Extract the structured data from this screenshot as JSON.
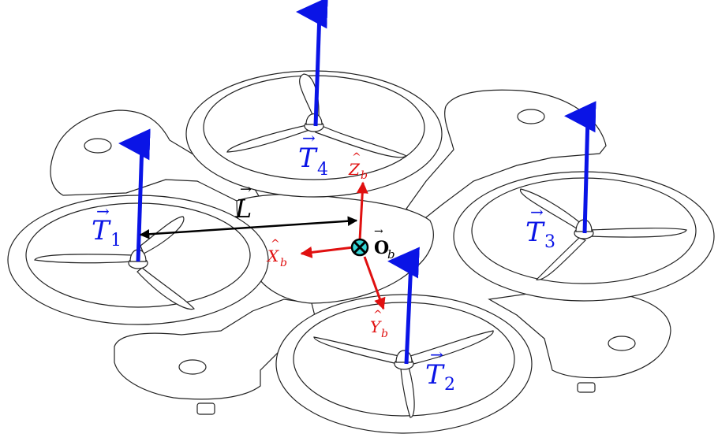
{
  "labels": {
    "thrust_1": {
      "symbol": "T",
      "sub": "1"
    },
    "thrust_2": {
      "symbol": "T",
      "sub": "2"
    },
    "thrust_3": {
      "symbol": "T",
      "sub": "3"
    },
    "thrust_4": {
      "symbol": "T",
      "sub": "4"
    },
    "arm_length": {
      "symbol": "L"
    },
    "origin": {
      "symbol": "O",
      "sub": "b"
    },
    "axis_x": {
      "symbol": "X",
      "sub": "b"
    },
    "axis_y": {
      "symbol": "Y",
      "sub": "b"
    },
    "axis_z": {
      "symbol": "Z",
      "sub": "b"
    }
  },
  "colors": {
    "thrust": "#0a14e6",
    "body_axes": "#e01010",
    "length_vector": "#000000",
    "origin_fill": "#35d6d6",
    "outline": "#222222"
  }
}
